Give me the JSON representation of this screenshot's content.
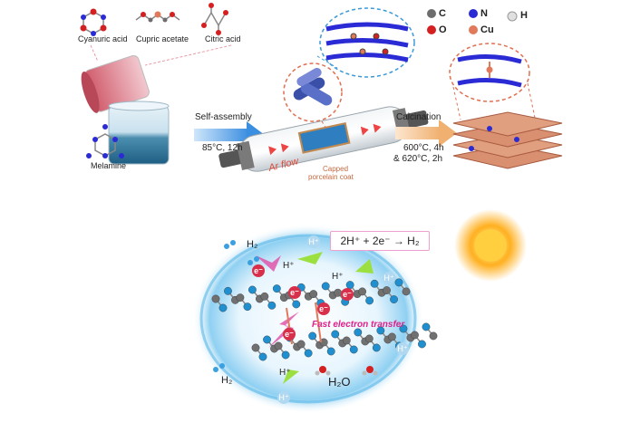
{
  "precursors": {
    "cyanuric_acid": "Cyanuric acid",
    "cupric_acetate": "Cupric acetate",
    "citric_acid": "Citric acid",
    "melamine": "Melamine"
  },
  "step1": {
    "label": "Self-assembly",
    "condition": "85°C, 12h"
  },
  "tube": {
    "flow": "Ar flow",
    "boat_line1": "Capped",
    "boat_line2": "porcelain coat"
  },
  "step2": {
    "label": "Calcination",
    "condition_line1": "600°C, 4h",
    "condition_line2": "& 620°C, 2h"
  },
  "legend": {
    "c": "C",
    "n": "N",
    "h": "H",
    "o": "O",
    "cu": "Cu"
  },
  "photocatalysis": {
    "reaction": "2H⁺ + 2e⁻ → H₂",
    "transfer": "Fast electron transfer",
    "h2": "H₂",
    "h2o": "H₂O",
    "hplus": "H⁺",
    "electron": "e⁻"
  },
  "colors": {
    "carbon": "#6d6d6d",
    "nitrogen": "#2b2bd6",
    "oxygen": "#d42020",
    "copper": "#e07a5a",
    "water": "#5ab8e8",
    "arrow_blue": "#3b8fe0",
    "arrow_orange": "#f0b070",
    "electron": "#d8304a",
    "proton": "#9be040",
    "transfer": "#e0208a"
  }
}
